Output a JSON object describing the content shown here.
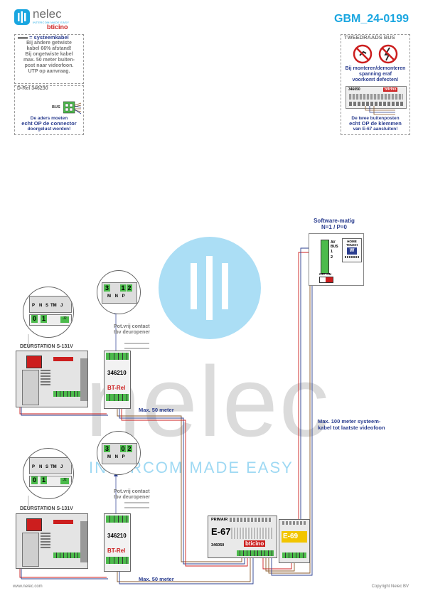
{
  "header": {
    "brand": "nelec",
    "brand_tag": "INTERCOM MADE EASY",
    "sub_brand": "bticino",
    "doc_code": "GBM_24-0199"
  },
  "note_systeemkabel": {
    "title": "= systeemkabel",
    "lines": [
      "Bij andere getwiste",
      "kabel 66% afstand!",
      "Bij ongetwiste kabel",
      "max. 50 meter buiten-",
      "post naar videofoon.",
      "UTP op aanvraag."
    ]
  },
  "note_drel": {
    "title": "D-Rel 346230",
    "bus_label": "BUS",
    "lines": [
      "De aders moeten",
      "echt OP de connector",
      "doorgelust worden!"
    ]
  },
  "note_tweedraads": {
    "title": "TWEEDRAADS BUS",
    "lines": [
      "Bij monteren/demonteren",
      "spanning eraf",
      "voorkomt defecten!"
    ],
    "module_code": "346050",
    "module_brand": "bticino",
    "bottom_lines": [
      "De twee buitenposten",
      "echt OP de klemmen",
      "van E-67 aansluiten!"
    ]
  },
  "software": {
    "lines": [
      "Software-matig",
      "N=1 / P=0"
    ],
    "terminals": [
      "AV BUS",
      "1",
      "2",
      "",
      ""
    ],
    "device": "HOME TOUCH",
    "device_btn": "W",
    "switch": "OFF  ON"
  },
  "station1": {
    "label": "DEURSTATION S-131V",
    "keys": [
      "P",
      "N",
      "S",
      "TM",
      "J"
    ],
    "dip": [
      "0",
      "1",
      "J2"
    ],
    "relay": "346210",
    "relay_brand": "BT-Rel",
    "relay_jumpers": [
      "3",
      "1",
      "2"
    ],
    "relay_terms": "M N P",
    "contact": [
      "Pot.vrij contact",
      "tbv deuropener"
    ],
    "distance": "Max. 50 meter"
  },
  "station2": {
    "label": "DEURSTATION S-131V",
    "keys": [
      "P",
      "N",
      "S",
      "TM",
      "J"
    ],
    "dip": [
      "0",
      "1",
      "J2"
    ],
    "relay": "346210",
    "relay_brand": "BT-Rel",
    "relay_jumpers": [
      "3",
      "0",
      "2"
    ],
    "relay_terms": "M N P",
    "contact": [
      "Pot.vrij contact",
      "tbv deuropener"
    ],
    "distance": "Max. 50 meter"
  },
  "e67": {
    "label": "E-67",
    "model": "346050",
    "primair": "PRIMAIR",
    "brand": "bticino"
  },
  "e69": {
    "label": "E-69"
  },
  "cable_note": [
    "Max. 100 meter systeem-",
    "kabel tot laatste videofoon"
  ],
  "watermark": {
    "word": "nelec",
    "tagline": "INTERCOM MADE EASY"
  },
  "footer": {
    "left": "www.nelec.com",
    "right": "Copyright Nelec BV"
  },
  "colors": {
    "accent": "#1aa6e0",
    "label_blue": "#2a3d8f",
    "wire_red": "#cc1e1e",
    "wire_blue": "#2a3d8f",
    "wire_brown": "#8a5a2b",
    "green_block": "#4cbb4c"
  }
}
